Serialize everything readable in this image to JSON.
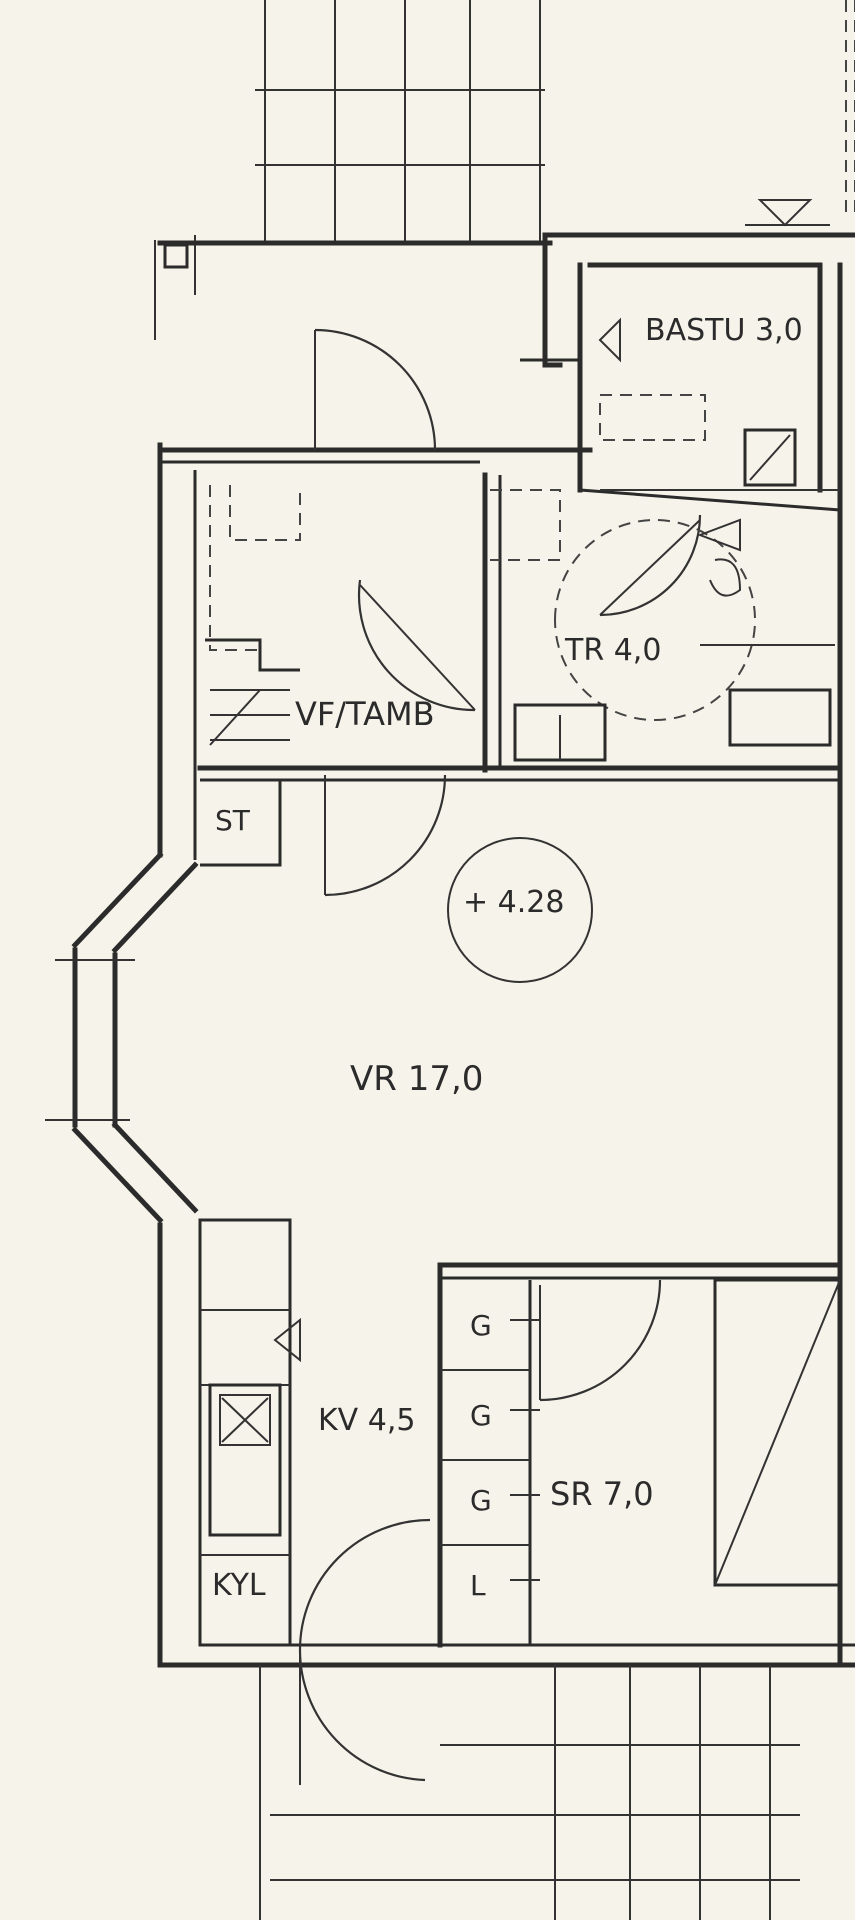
{
  "rooms": {
    "bastu": "BASTU 3,0",
    "tr": "TR 4,0",
    "vf_tamb": "VF/TAMB",
    "st": "ST",
    "elevation": "+ 4.28",
    "vr": "VR  17,0",
    "kv": "KV 4,5",
    "sr": "SR 7,0",
    "kyl": "KYL"
  },
  "wardrobe": [
    "G",
    "G",
    "G",
    "L"
  ],
  "colors": {
    "paper": "#f6f3ea",
    "ink": "#2b2b2b"
  }
}
